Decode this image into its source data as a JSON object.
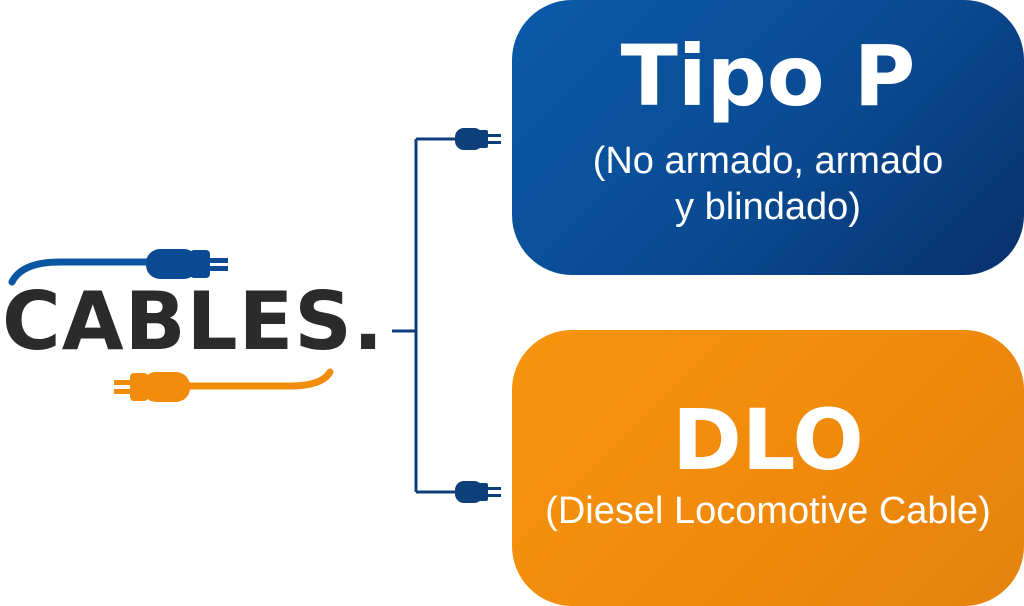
{
  "logo": {
    "text": "CABLES."
  },
  "colors": {
    "blue": "#0a4a92",
    "orange": "#f28c0c",
    "dark": "#2b2b2b",
    "connector": "#0d3f7a"
  },
  "icons": {
    "logo_top": "plug-icon",
    "logo_bottom": "plug-icon",
    "branch_top": "plug-icon",
    "branch_bottom": "plug-icon"
  },
  "boxes": [
    {
      "title": "Tipo P",
      "subtitle_lines": [
        "(No armado, armado",
        "y blindado)"
      ]
    },
    {
      "title": "DLO",
      "subtitle_lines": [
        "(Diesel Locomotive Cable)"
      ]
    }
  ]
}
